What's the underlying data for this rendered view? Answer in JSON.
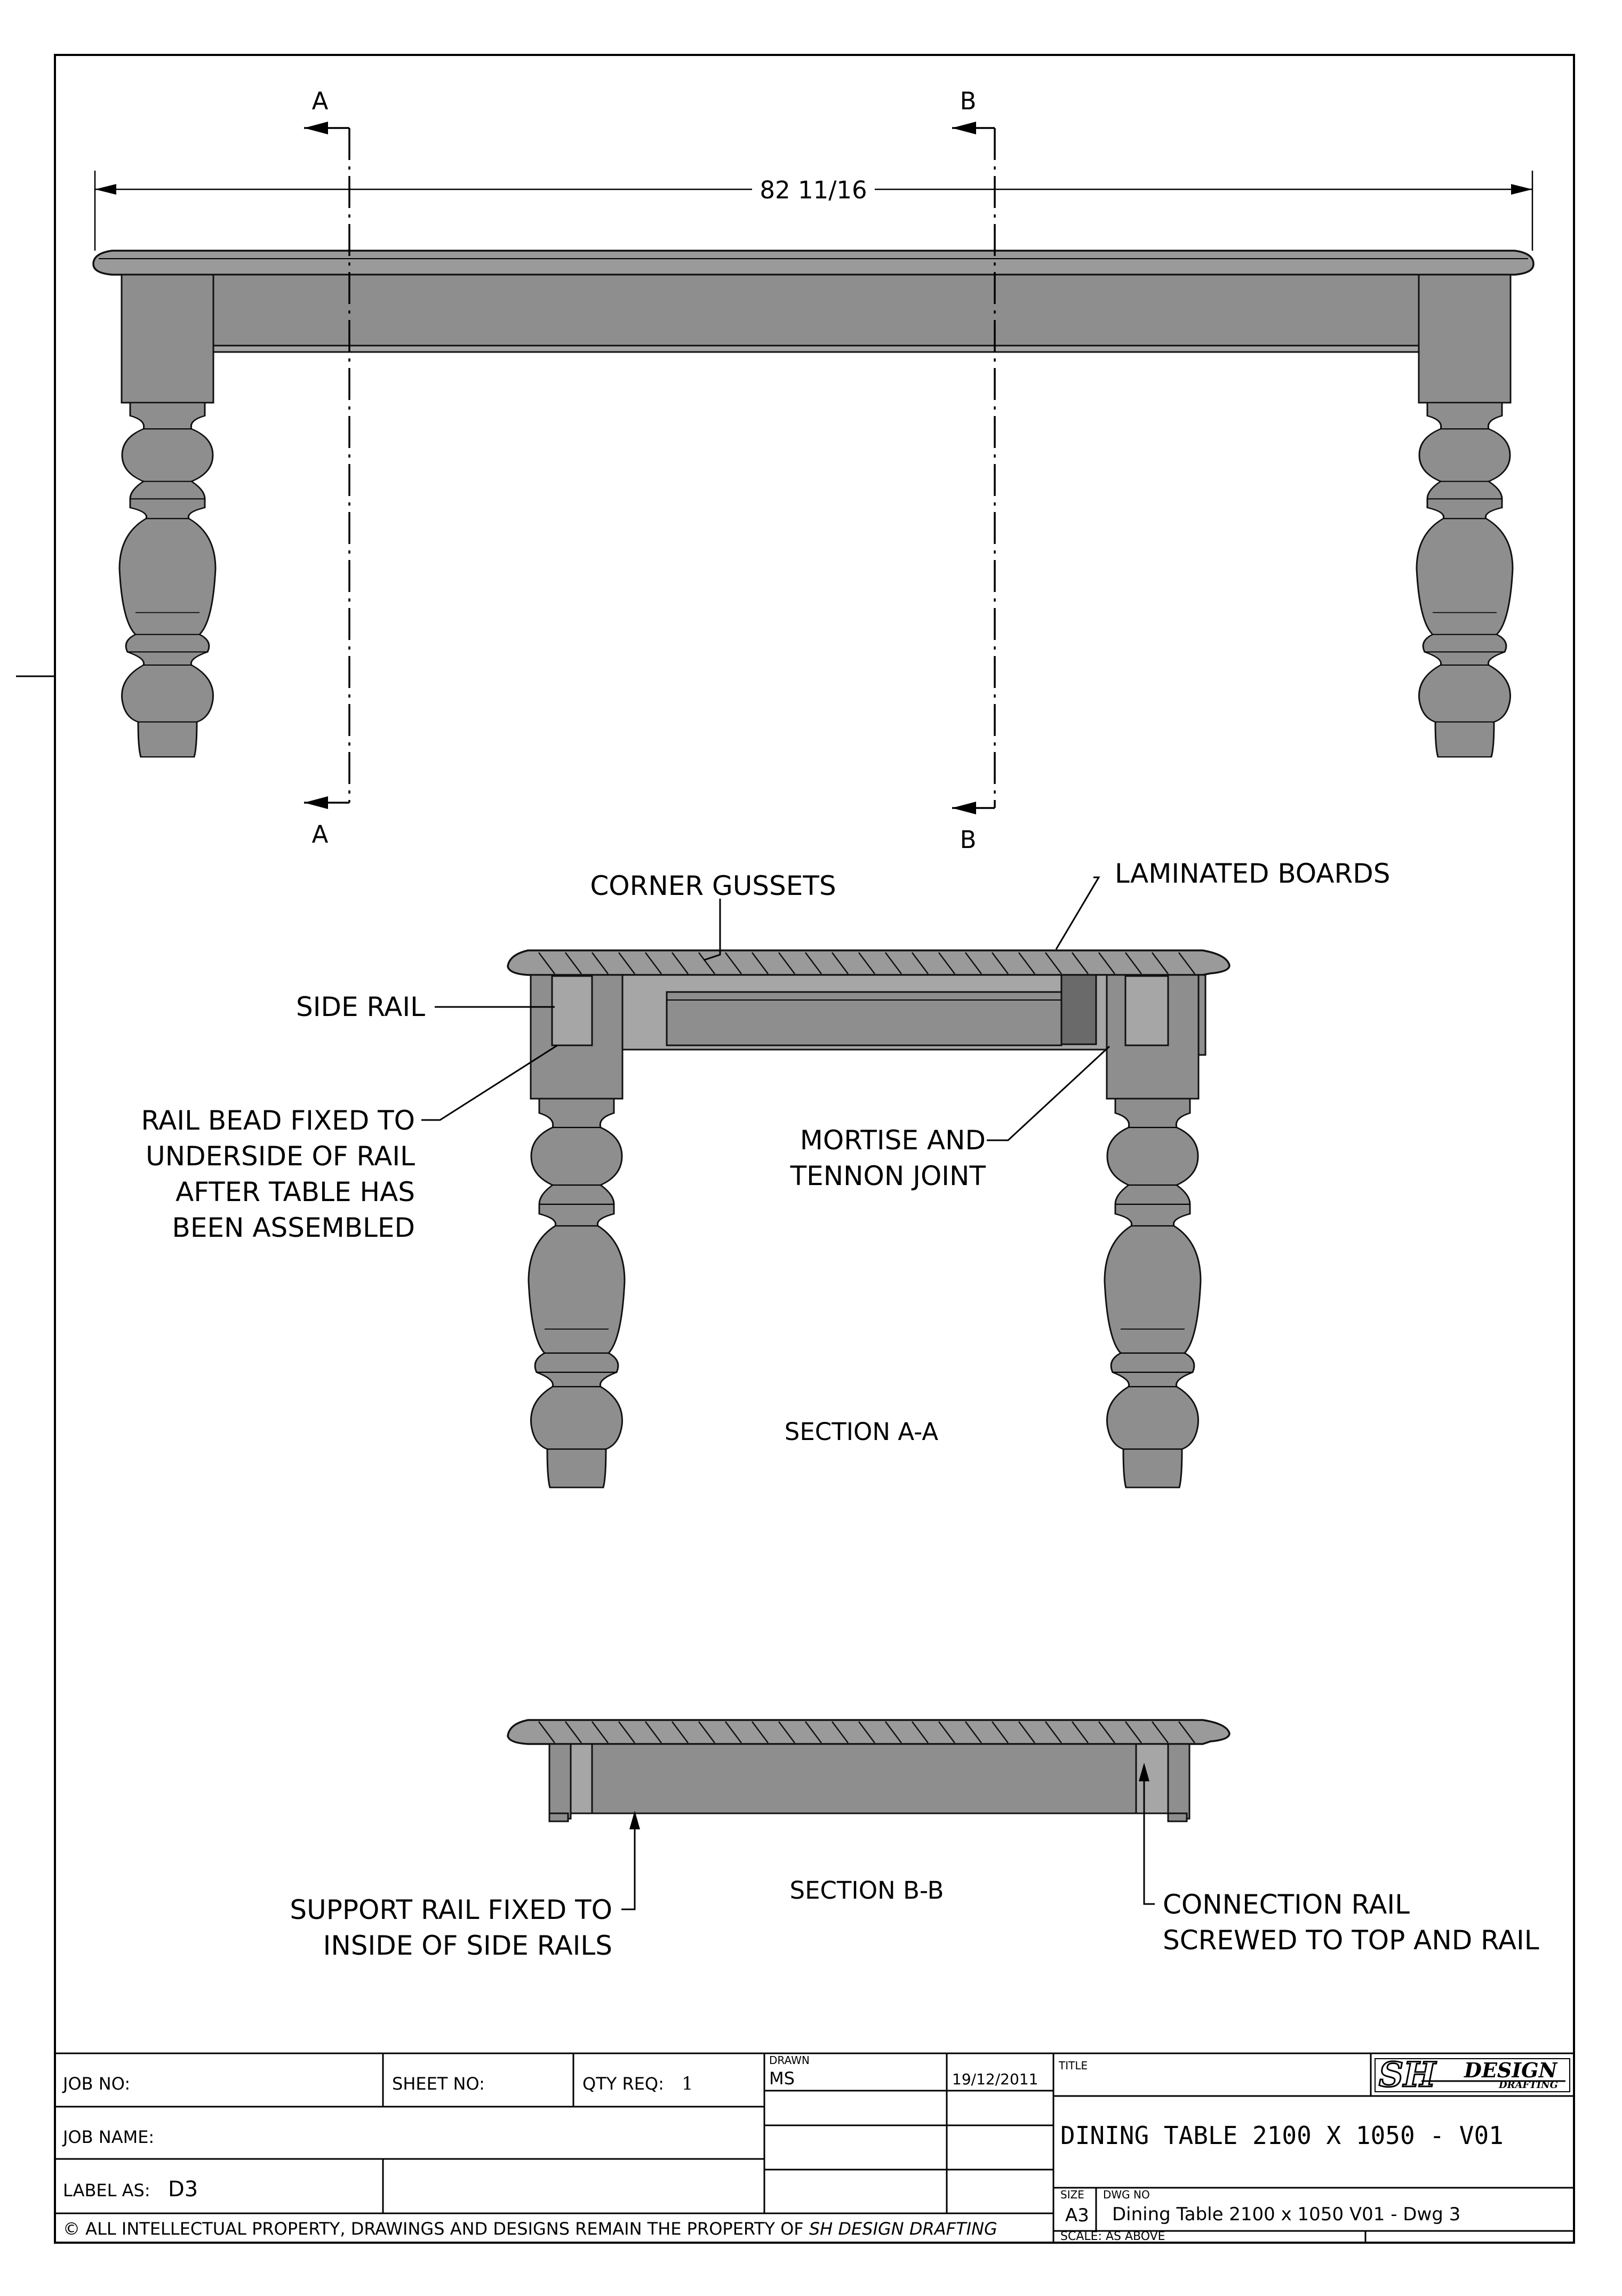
{
  "drawing": {
    "cut_a_top": "A",
    "cut_a_bottom": "A",
    "cut_b_top": "B",
    "cut_b_bottom": "B",
    "overall_length": "82 11/16"
  },
  "labels": {
    "corner_gussets": "CORNER GUSSETS",
    "laminated_boards": "LAMINATED BOARDS",
    "side_rail": "SIDE RAIL",
    "rail_bead": [
      "RAIL BEAD FIXED TO",
      "UNDERSIDE OF RAIL",
      "AFTER TABLE HAS",
      "BEEN ASSEMBLED"
    ],
    "mortise": [
      "MORTISE AND",
      "TENNON JOINT"
    ],
    "section_aa": "SECTION A-A",
    "section_bb": "SECTION B-B",
    "support_rail": [
      "SUPPORT RAIL FIXED TO",
      "INSIDE OF SIDE RAILS"
    ],
    "connection_rail": [
      "CONNECTION RAIL",
      "SCREWED TO TOP AND RAIL"
    ]
  },
  "title_block": {
    "job_no_label": "JOB NO:",
    "sheet_no_label": "SHEET NO:",
    "qty_label": "QTY REQ:",
    "qty_value": "1",
    "drawn_label": "DRAWN",
    "drawn_by": "MS",
    "date": "19/12/2011",
    "title_label": "TITLE",
    "job_name_label": "JOB NAME:",
    "title": "DINING TABLE 2100 X 1050 - V01",
    "label_as_label": "LABEL AS:",
    "label_as_value": "D3",
    "size_label": "SIZE",
    "size_value": "A3",
    "dwg_no_label": "DWG NO",
    "dwg_no": "Dining Table 2100 x 1050 V01 - Dwg 3",
    "copyright": "© ALL INTELLECTUAL PROPERTY, DRAWINGS AND DESIGNS REMAIN THE PROPERTY OF",
    "copyright_owner": "SH DESIGN DRAFTING",
    "scale": "SCALE: AS ABOVE",
    "logo_sh": "SH",
    "logo_design": "DESIGN",
    "logo_drafting": "DRAFTING"
  }
}
